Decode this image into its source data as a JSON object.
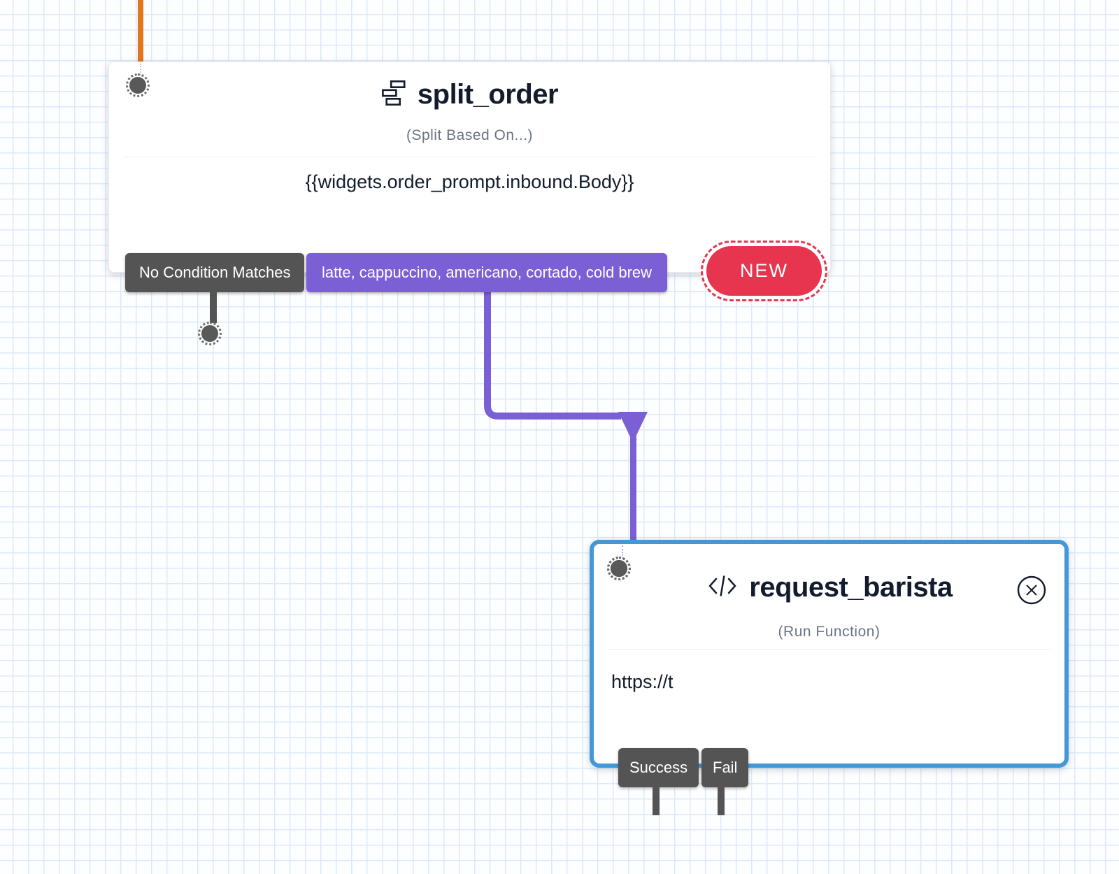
{
  "canvas": {
    "kind": "flow-editor-grid"
  },
  "colors": {
    "orange": "#e2761d",
    "purple": "#7b5fd4",
    "gray_btn": "#545454",
    "red": "#e7354f",
    "blue": "#4298d8",
    "ink": "#121c2d",
    "sub_gray": "#6b7484",
    "grid_line": "#dde9f8"
  },
  "icons": {
    "split_widget": "split-icon",
    "function_widget": "code-icon",
    "close": "close-x-icon",
    "port": "connector-dot"
  },
  "widgets": {
    "split_order": {
      "title": "split_order",
      "type_label": "(Split Based On...)",
      "body": "{{widgets.order_prompt.inbound.Body}}",
      "transitions": [
        {
          "label": "No Condition Matches"
        },
        {
          "label": "latte, cappuccino, americano, cortado, cold brew"
        }
      ],
      "new_label": "NEW"
    },
    "request_barista": {
      "title": "request_barista",
      "type_label": "(Run Function)",
      "body": "https://t",
      "selected": true,
      "transitions": [
        {
          "label": "Success"
        },
        {
          "label": "Fail"
        }
      ]
    }
  }
}
